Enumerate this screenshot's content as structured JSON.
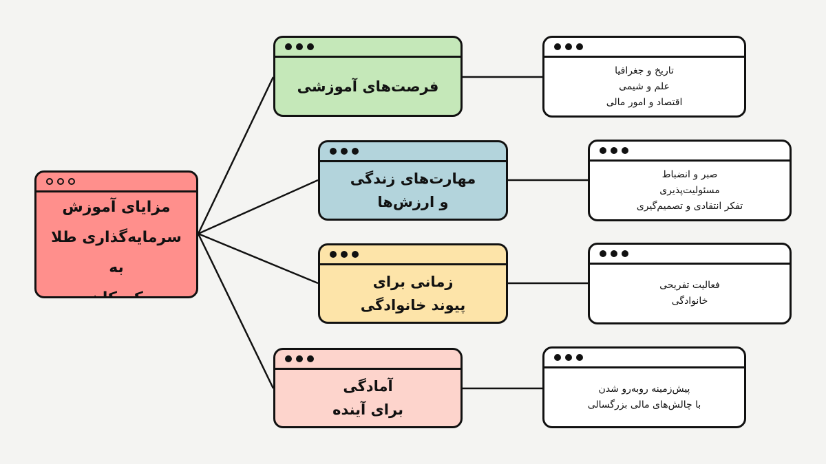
{
  "root": {
    "text": "مزایای آموزش\nسرمایه‌گذاری طلا به\nکودکان",
    "color": "#ff8f8c"
  },
  "branches": [
    {
      "text": "فرصت‌های آموزشی",
      "color": "#c5e8b9",
      "detail": "تاریخ و جغرافیا\nعلم و شیمی\nاقتصاد و امور مالی"
    },
    {
      "text": "مهارت‌های زندگی\nو ارزش‌ها",
      "color": "#b3d4dc",
      "detail": "صبر و انضباط\nمسئولیت‌پذیری\nتفکر انتقادی و تصمیم‌گیری"
    },
    {
      "text": "زمانی برای\nپیوند خانوادگی",
      "color": "#fde4a9",
      "detail": "فعالیت تفریحی\nخانوادگی"
    },
    {
      "text": "آمادگی\nبرای آینده",
      "color": "#fdd4cc",
      "detail": "پیش‌زمینه روبه‌رو شدن\nبا چالش‌های مالی بزرگسالی"
    }
  ]
}
